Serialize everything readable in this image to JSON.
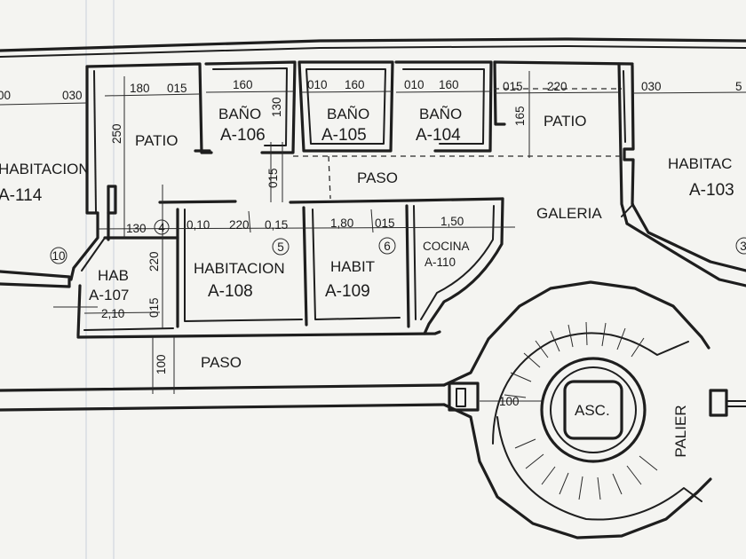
{
  "rooms": {
    "hab_114": {
      "title": "HABITACION",
      "code": "A-114"
    },
    "patio_left": {
      "title": "PATIO"
    },
    "bano_106": {
      "title": "BAÑO",
      "code": "A-106"
    },
    "bano_105": {
      "title": "BAÑO",
      "code": "A-105"
    },
    "bano_104": {
      "title": "BAÑO",
      "code": "A-104"
    },
    "patio_right": {
      "title": "PATIO"
    },
    "hab_103": {
      "title": "HABITAC",
      "code": "A-103"
    },
    "paso_upper": {
      "title": "PASO"
    },
    "galeria": {
      "title": "GALERIA"
    },
    "hab_107": {
      "title": "HAB",
      "code": "A-107"
    },
    "hab_108": {
      "title": "HABITACION",
      "code": "A-108"
    },
    "hab_109": {
      "title": "HABIT",
      "code": "A-109"
    },
    "cocina_110": {
      "title": "COCINA",
      "code": "A-110"
    },
    "paso_lower": {
      "title": "PASO"
    },
    "asc": {
      "title": "ASC."
    },
    "palier": {
      "title": "PALIER"
    }
  },
  "markers": {
    "m10": "10",
    "m4": "4",
    "m5": "5",
    "m6": "6",
    "m3": "3"
  },
  "dimensions": {
    "d_00": "00",
    "d_030a": "030",
    "d_180": "180",
    "d_015a": "015",
    "d_160a": "160",
    "d_130": "130",
    "d_010a": "010",
    "d_160b": "160",
    "d_010b": "010",
    "d_160c": "160",
    "d_015b": "015",
    "d_220a": "220",
    "d_165": "165",
    "d_030b": "030",
    "d_5": "5",
    "d_250": "250",
    "d_015c": "015",
    "d_130b": "130",
    "d_010c": "0,10",
    "d_220b": "220",
    "d_015d": "0,15",
    "d_180b": "1,80",
    "d_015e": "015",
    "d_150": "1,50",
    "d_220c": "220",
    "d_015f": "015",
    "d_210": "2,10",
    "d_100a": "100",
    "d_100b": "100"
  }
}
